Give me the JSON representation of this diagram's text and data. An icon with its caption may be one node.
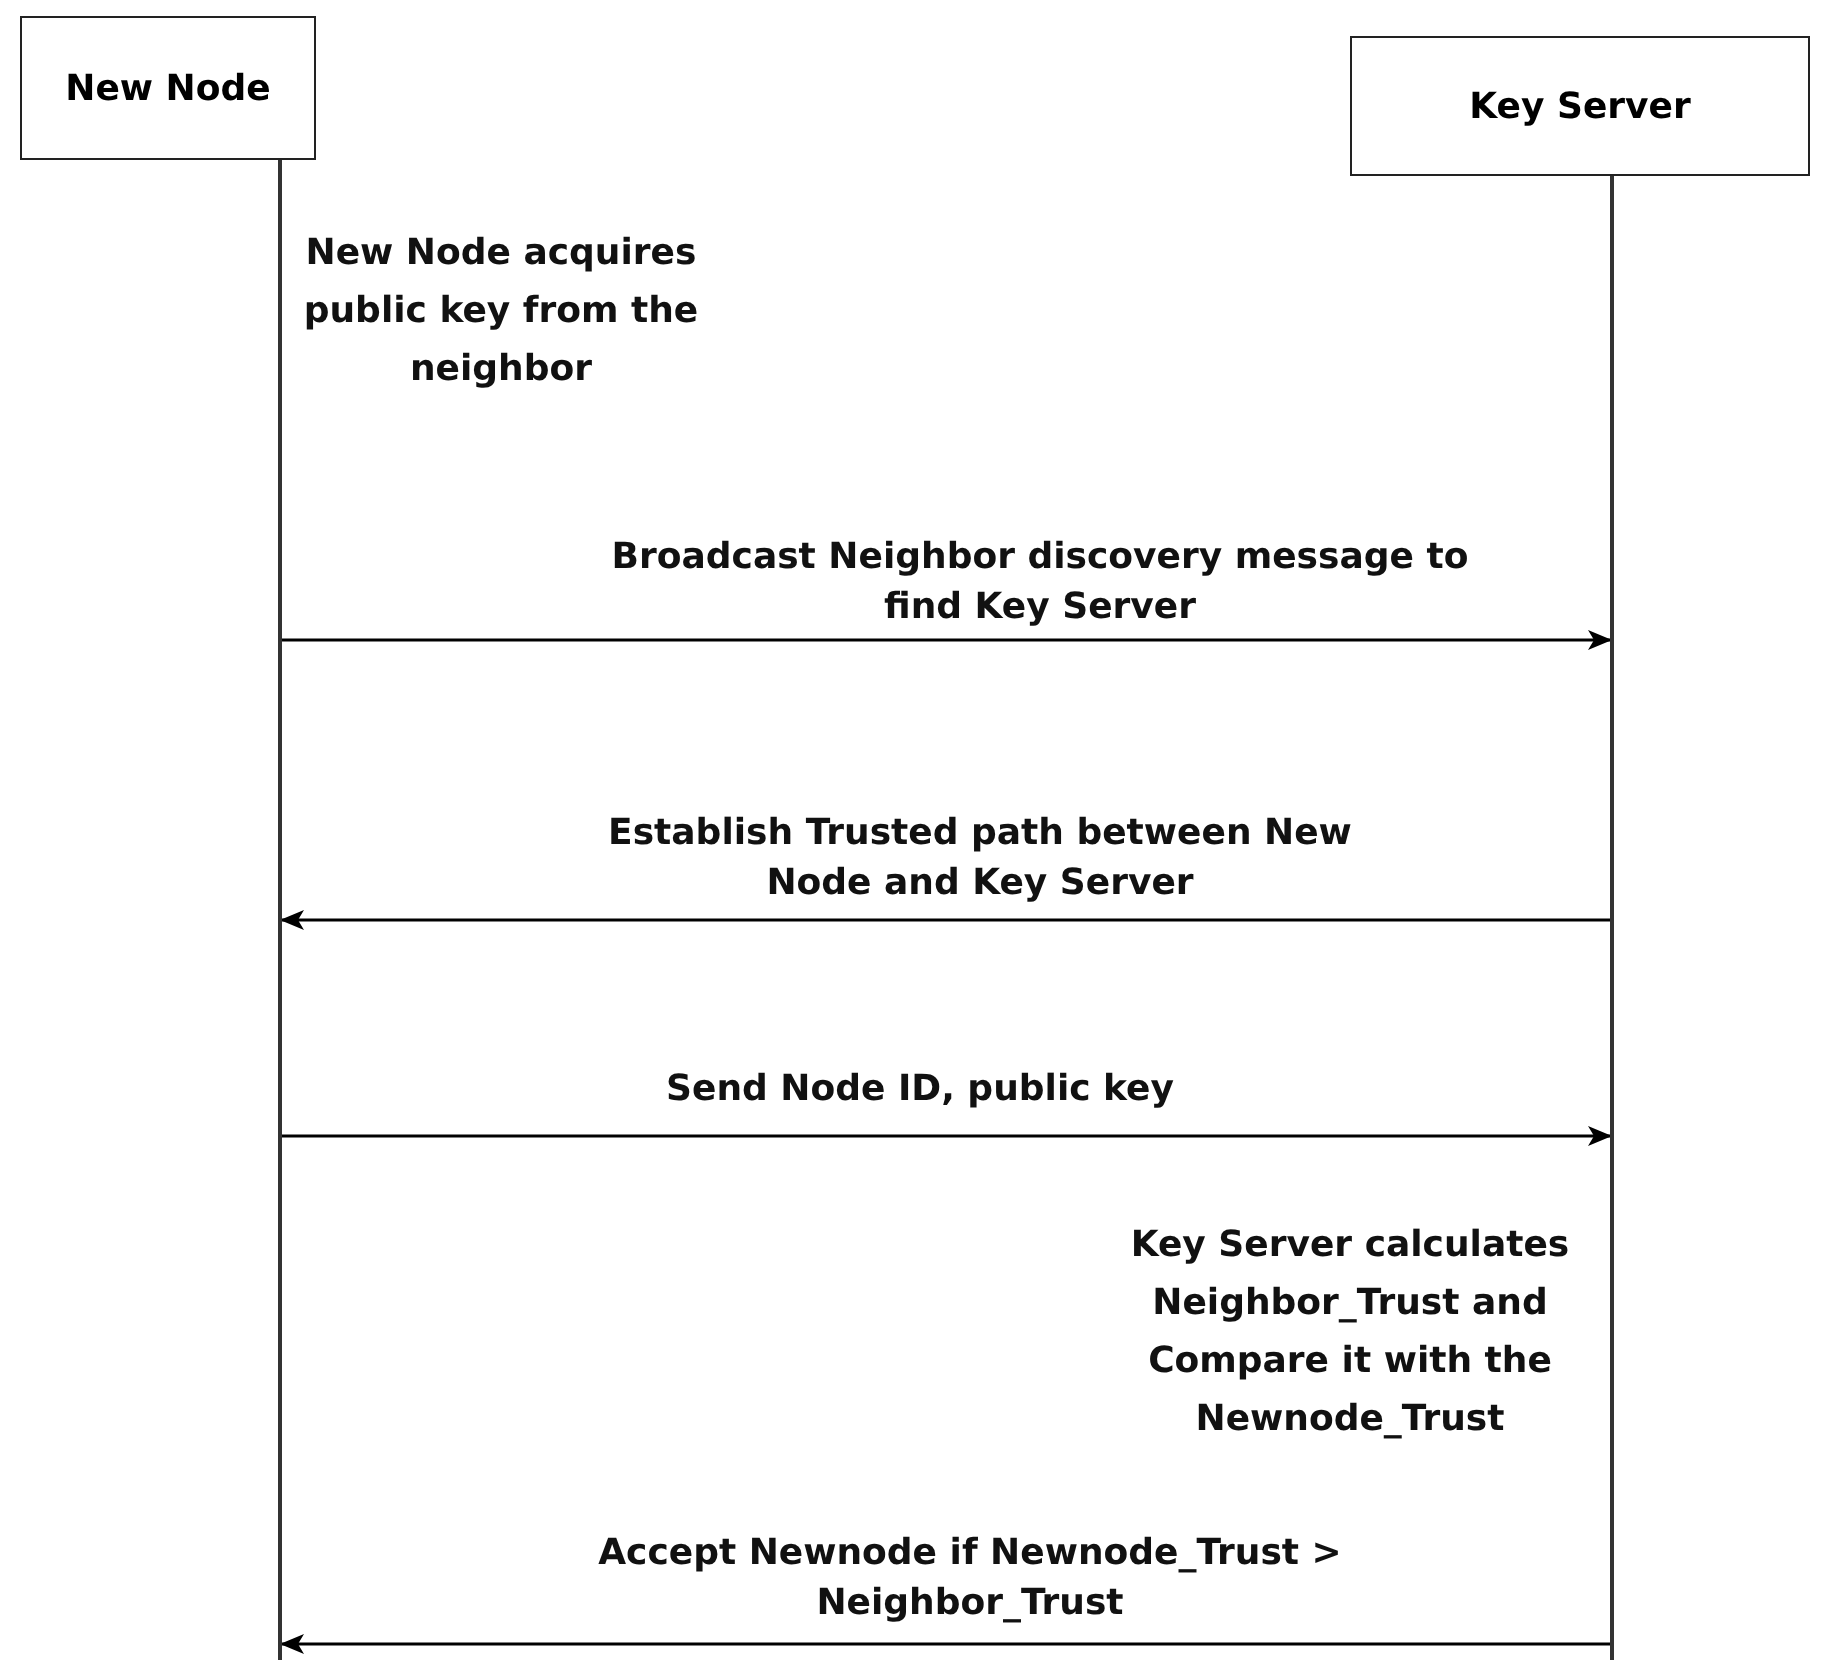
{
  "diagram": {
    "nodes": [
      {
        "text": [
          "New Node"
        ]
      },
      {
        "text": [
          "Key Server"
        ]
      },
      {
        "text": [],
        "shape": "line"
      },
      {
        "text": [],
        "shape": "line"
      }
    ],
    "edges": [
      {
        "from": 2,
        "to": 3,
        "arrow": "to",
        "label": "Broadcast Neighbor discovery message to find Key Server"
      },
      {
        "from": 3,
        "to": 2,
        "arrow": "to",
        "label": "Establish Trusted path between New Node and Key Server"
      },
      {
        "from": 2,
        "to": 3,
        "arrow": "to",
        "label": "Send Node ID, public key"
      },
      {
        "from": 3,
        "to": 2,
        "arrow": "to",
        "label": "Accept Newnode if Newnode_Trust > Neighbor_Trust"
      }
    ],
    "labels": [
      "New Node acquires public key from the neighbor",
      "Key Server calculates Neighbor_Trust and Compare it with the Newnode_Trust"
    ]
  }
}
